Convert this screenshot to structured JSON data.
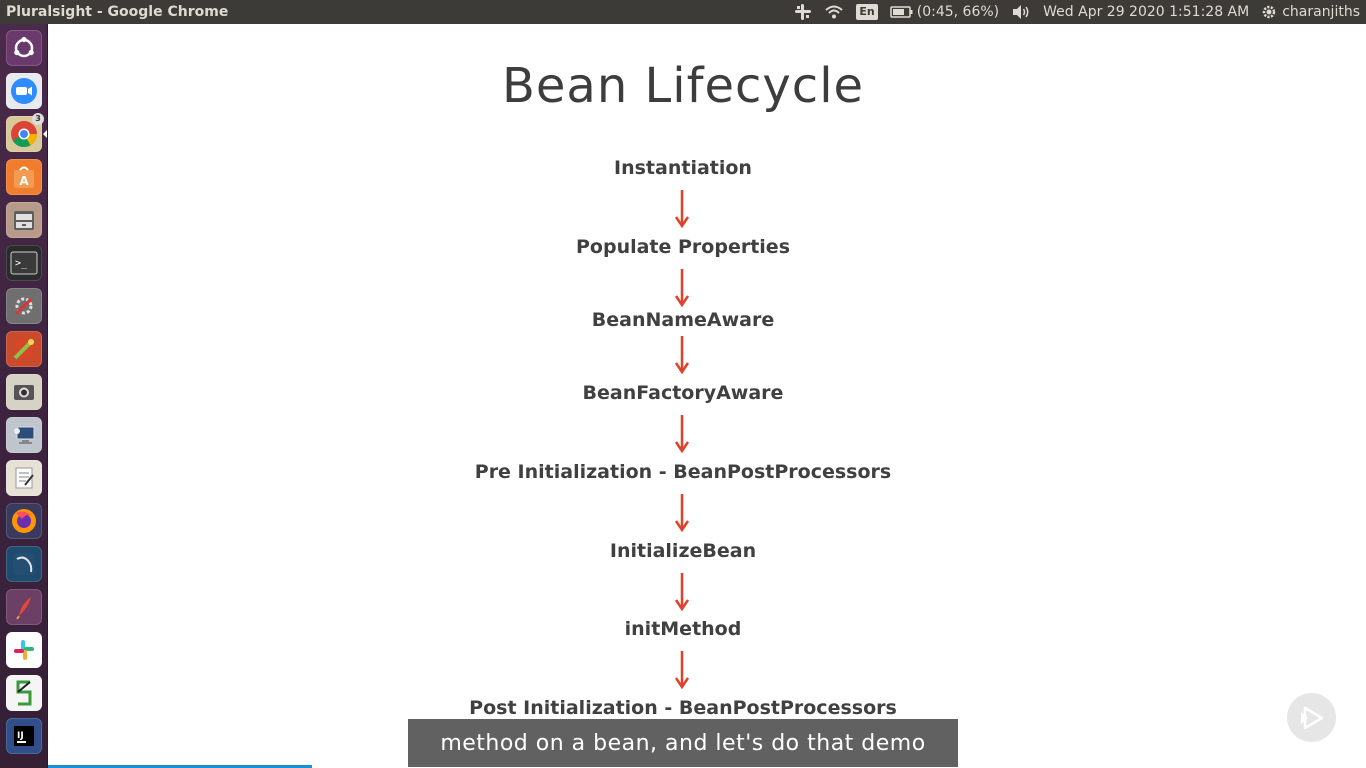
{
  "window": {
    "title": "Pluralsight - Google Chrome"
  },
  "panel": {
    "slack_icon": "slack-icon",
    "wifi_icon": "wifi-icon",
    "keyboard_layout": "En",
    "battery": "(0:45, 66%)",
    "volume_icon": "volume-icon",
    "datetime": "Wed Apr 29 2020  1:51:28 AM",
    "user": "charanjiths"
  },
  "launcher": {
    "chrome_badge": "3"
  },
  "slide": {
    "title": "Bean Lifecycle",
    "steps": [
      "Instantiation",
      "Populate Properties",
      "BeanNameAware",
      "BeanFactoryAware",
      "Pre Initialization - BeanPostProcessors",
      "InitializeBean",
      "initMethod",
      "Post Initialization - BeanPostProcessors"
    ],
    "arrow_color": "#e0412b"
  },
  "player": {
    "caption": "method on a bean, and let's do that demo",
    "progress_fraction": 0.2
  }
}
